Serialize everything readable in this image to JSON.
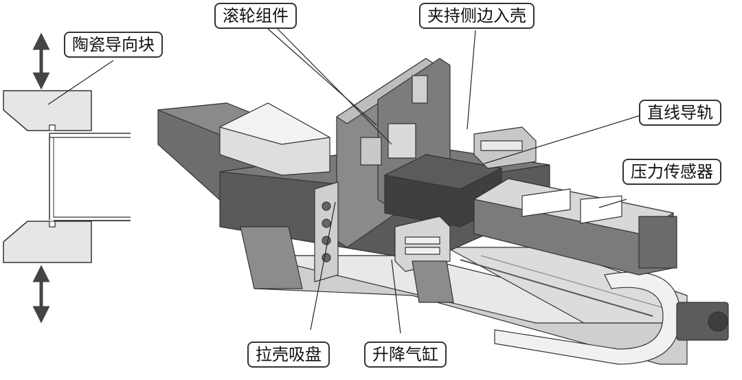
{
  "callouts": {
    "ceramic_guide": "陶瓷导向块",
    "roller_assembly": "滚轮组件",
    "side_clamp_insert": "夹持侧边入壳",
    "linear_rail": "直线导轨",
    "pressure_sensor": "压力传感器",
    "pull_suction_cup": "拉壳吸盘",
    "lift_cylinder": "升降气缸"
  },
  "colors": {
    "line": "#333333",
    "metal_light": "#e4e4e4",
    "metal_mid": "#b0b0b0",
    "metal_dark": "#6e6e6e",
    "metal_darker": "#4a4a4a",
    "background": "#ffffff"
  }
}
